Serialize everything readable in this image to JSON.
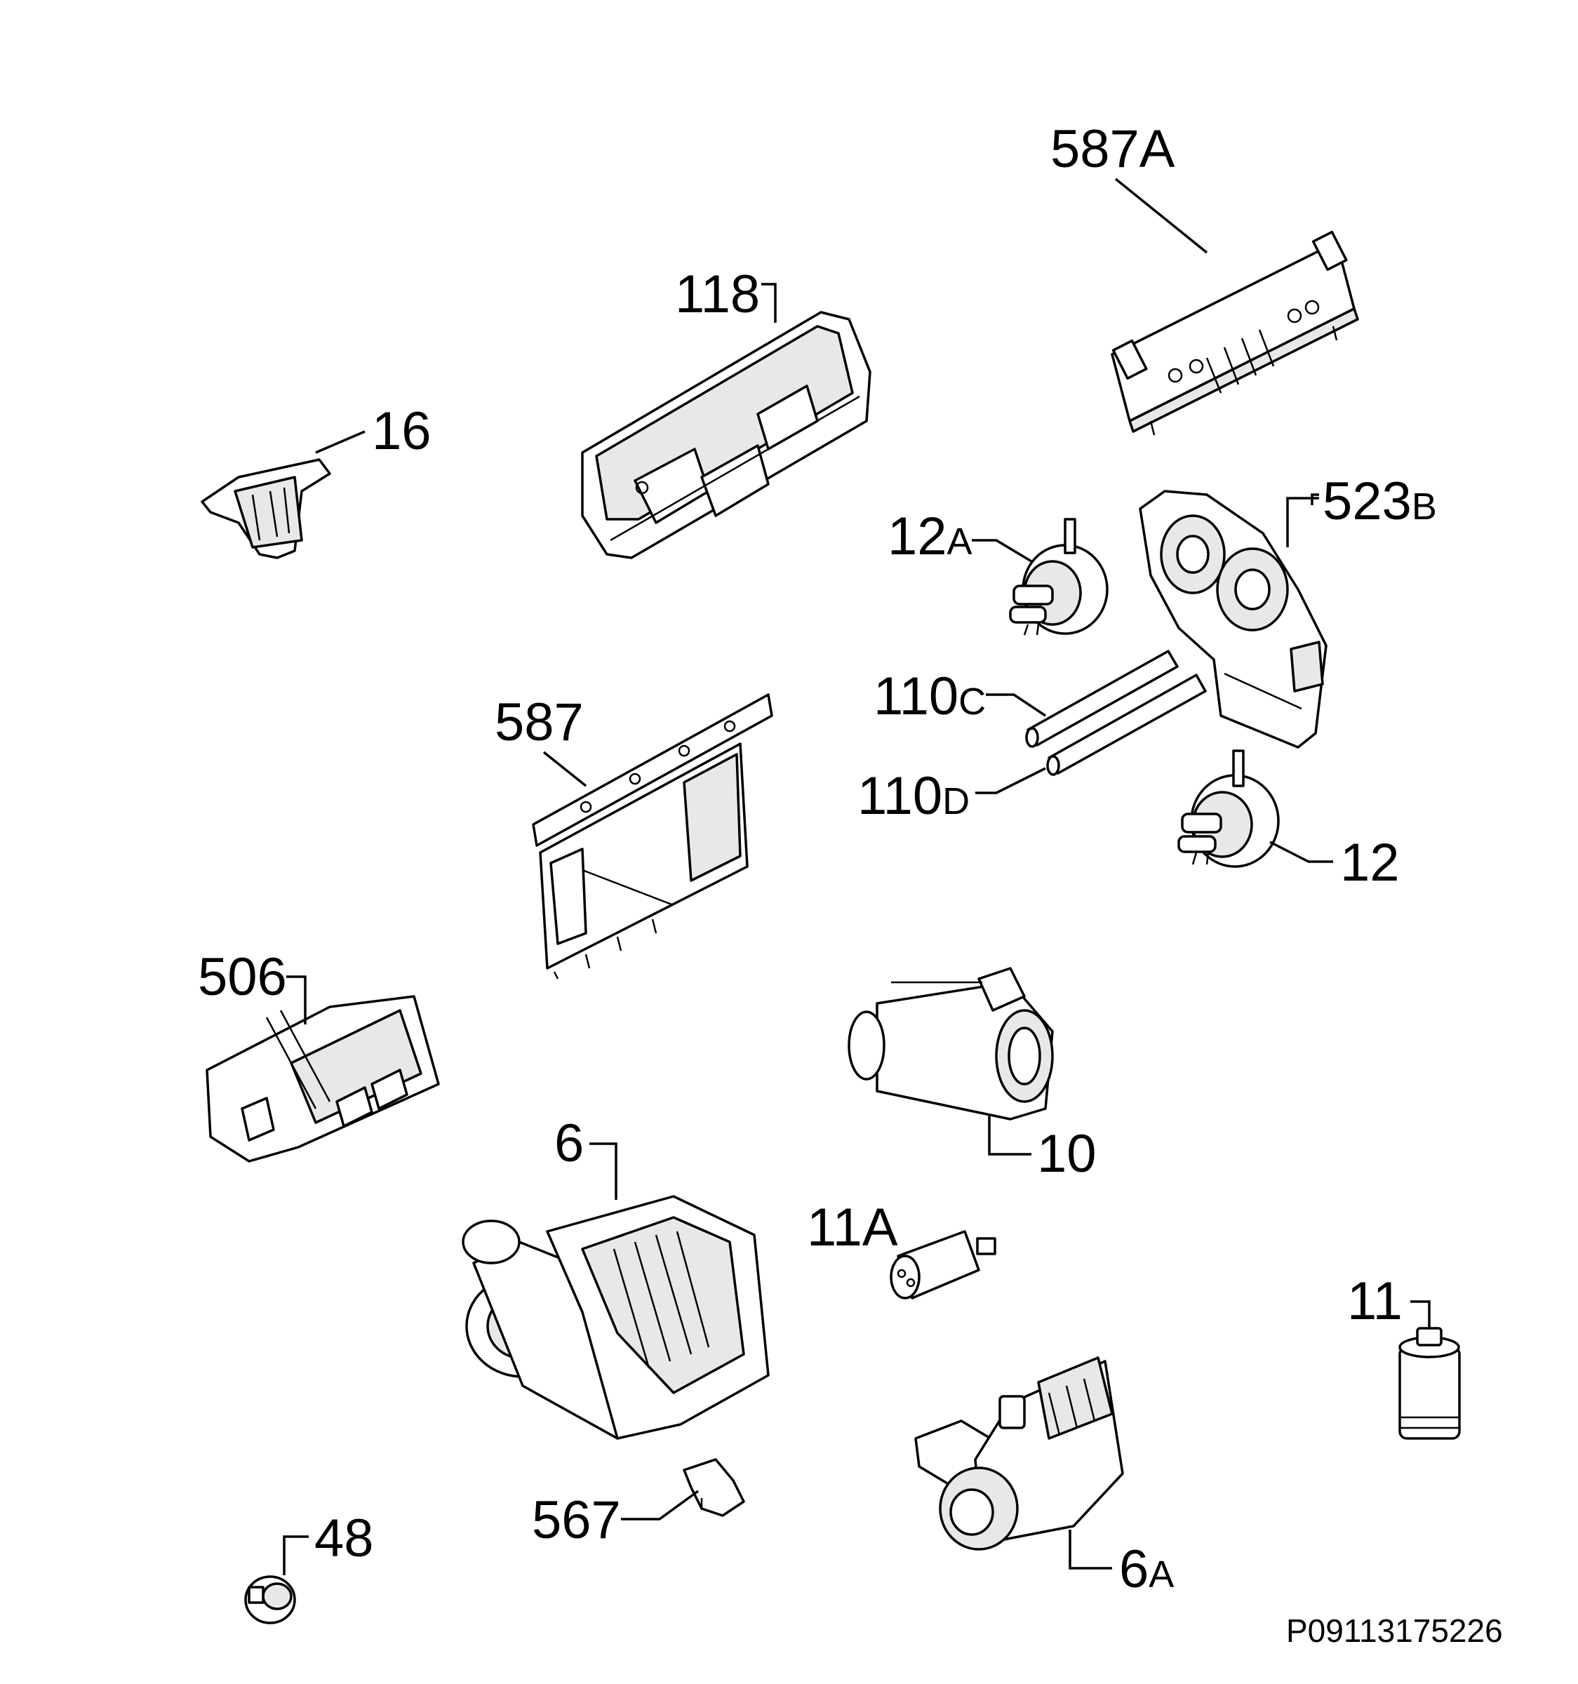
{
  "labels": {
    "p587A": {
      "main": "587A",
      "suffix": ""
    },
    "p118": {
      "main": "118",
      "suffix": ""
    },
    "p16": {
      "main": "16",
      "suffix": ""
    },
    "p12A": {
      "main": "12",
      "suffix": "A"
    },
    "p523B": {
      "main": "523",
      "suffix": "B"
    },
    "p587": {
      "main": "587",
      "suffix": ""
    },
    "p110C": {
      "main": "110",
      "suffix": "C"
    },
    "p110D": {
      "main": "110",
      "suffix": "D"
    },
    "p12": {
      "main": "12",
      "suffix": ""
    },
    "p506": {
      "main": "506",
      "suffix": ""
    },
    "p10": {
      "main": "10",
      "suffix": ""
    },
    "p6": {
      "main": "6",
      "suffix": ""
    },
    "p11A": {
      "main": "11A",
      "suffix": ""
    },
    "p11": {
      "main": "11",
      "suffix": ""
    },
    "p567": {
      "main": "567",
      "suffix": ""
    },
    "p48": {
      "main": "48",
      "suffix": ""
    },
    "p6A": {
      "main": "6",
      "suffix": "A"
    }
  },
  "diagram_code": "P09113175226"
}
